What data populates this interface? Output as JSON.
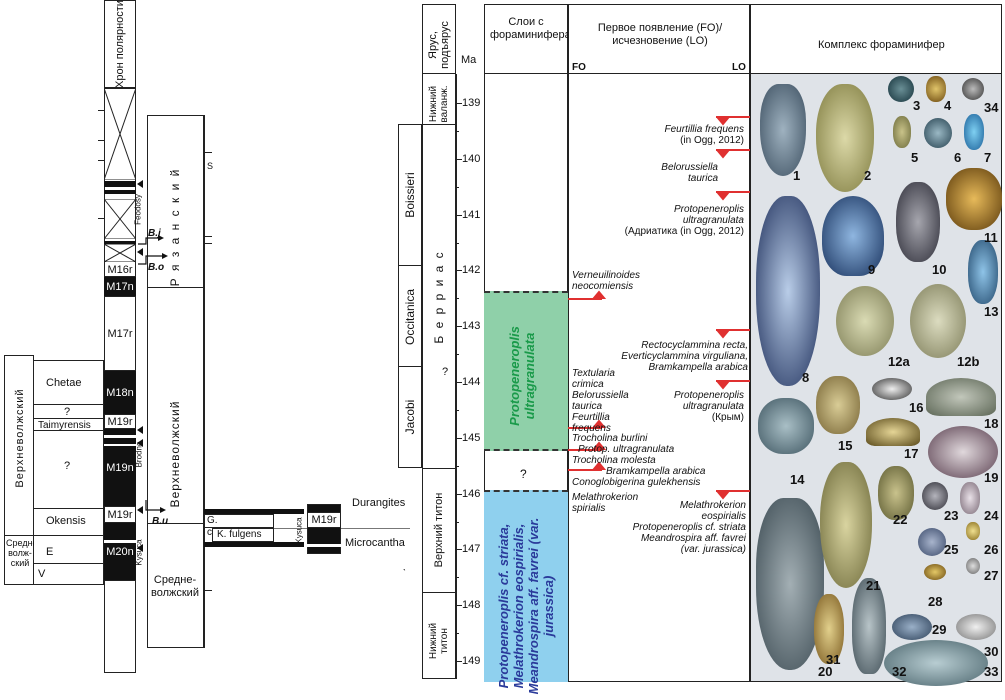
{
  "header": {
    "chron_col": "Хрон полярности",
    "stage_col": "Ярус, подъярус",
    "ma_label": "Ma",
    "layers_col": "Слои с фораминиферами",
    "fo_lo_col": "Первое появление (FO)/ исчезновение (LO)",
    "fo": "FO",
    "lo": "LO",
    "complex_col": "Комплекс фораминифер"
  },
  "ma_ticks": [
    "139",
    "140",
    "141",
    "142",
    "143",
    "144",
    "145",
    "146",
    "147",
    "148",
    "149"
  ],
  "stages": {
    "nizhniy_valanzh": "Нижний валанж.",
    "berrias": "Б е р р и а с",
    "verkhniy_titon": "Верхний титон",
    "nizhniy_titon": "Нижний титон",
    "question": "?"
  },
  "zones": [
    "Boissieri",
    "Occitanica",
    "Jacobi"
  ],
  "layers": {
    "green": "Protopeneroplis ultragranulata",
    "blue": "Protopeneroplis cf. striata, Melathrokerion eospirialis, Meandrospira aff. favrei (var. jurassica)",
    "question": "?"
  },
  "events": [
    "Feurtillia frequens",
    "(in Ogg, 2012)",
    "Belorussiella",
    "taurica",
    "Protopeneroplis",
    "ultragranulata",
    "(Адриатика (in Ogg, 2012)",
    "Verneuilinoides",
    "neocomiensis",
    "Rectocyclammina recta,",
    "Everticyclammina virguliana,",
    "Bramkampella arabica",
    "Protopeneroplis",
    "ultragranulata",
    "(Крым)",
    "Textularia",
    "crimica",
    "Belorussiella",
    "taurica",
    "Feurtillia",
    "frequens",
    "Trocholina burlini",
    "Protop. ultragranulata",
    "Trocholina molesta",
    "Bramkampella arabica",
    "Conoglobigerina gulekhensis",
    "Melathrokerion",
    "spirialis",
    "Melathrokerion",
    "eospirialis",
    "Protopeneroplis cf. striata",
    "Meandrospira aff. favrei",
    "(var. jurassica)"
  ],
  "chrons": [
    "M16r",
    "M17n",
    "M17r",
    "M18n",
    "M19r",
    "M19n",
    "M19r",
    "M20n",
    "M19r"
  ],
  "left_stages": {
    "ryazan": "Р я з а н с к и й",
    "verkhnevolzh_mid": "Верхневолжский",
    "verkhnevolzh_left": "Верхневолжский",
    "srednevolzh_mid": "Средне- волжский",
    "srednevolzh_left": "Средне- волж- ский"
  },
  "left_zones": {
    "chetae": "Chetae",
    "q1": "?",
    "taimyrensis": "Taimyrensis",
    "q2": "?",
    "okensis": "Okensis",
    "e": "E",
    "v": "V"
  },
  "bio_markers": {
    "bj": "B.j",
    "bo": "B.o",
    "bu": "B.u",
    "s": "S",
    "feodosy": "Feodosy",
    "brodno": "Brodno",
    "kysuca": "Kysuca",
    "kysuca2": "Kysuca"
  },
  "ammonite_boxes": {
    "g_catenulatum": "G. catenulatum",
    "k_fulgens": "K. fulgens",
    "durangites": "Durangites",
    "microcantha": "Microcantha",
    "m19r": "M19r"
  },
  "fossil_labels": [
    "1",
    "2",
    "3",
    "4",
    "34",
    "5",
    "6",
    "7",
    "9",
    "10",
    "11",
    "12a",
    "12b",
    "13",
    "8",
    "15",
    "16",
    "17",
    "18",
    "14",
    "19",
    "21",
    "22",
    "23",
    "24",
    "25",
    "26",
    "27",
    "28",
    "20",
    "31",
    "32",
    "29",
    "30",
    "33"
  ]
}
